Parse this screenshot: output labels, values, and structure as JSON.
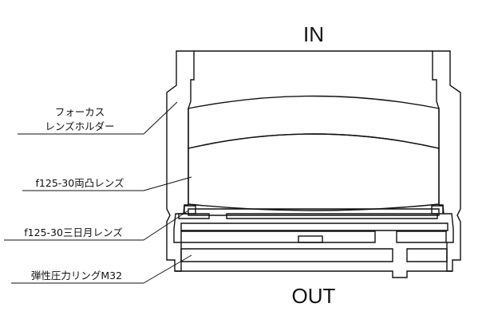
{
  "diagram": {
    "input_label": "IN",
    "output_label": "OUT",
    "callouts": [
      {
        "id": "housing",
        "lines": [
          "フォーカス",
          "レンズホルダー"
        ]
      },
      {
        "id": "biconvex",
        "lines": [
          "f125-30両凸レンズ"
        ]
      },
      {
        "id": "meniscus",
        "lines": [
          "f125-30三日月レンズ"
        ]
      },
      {
        "id": "ring",
        "lines": [
          "弾性圧力リングM32"
        ]
      }
    ]
  }
}
